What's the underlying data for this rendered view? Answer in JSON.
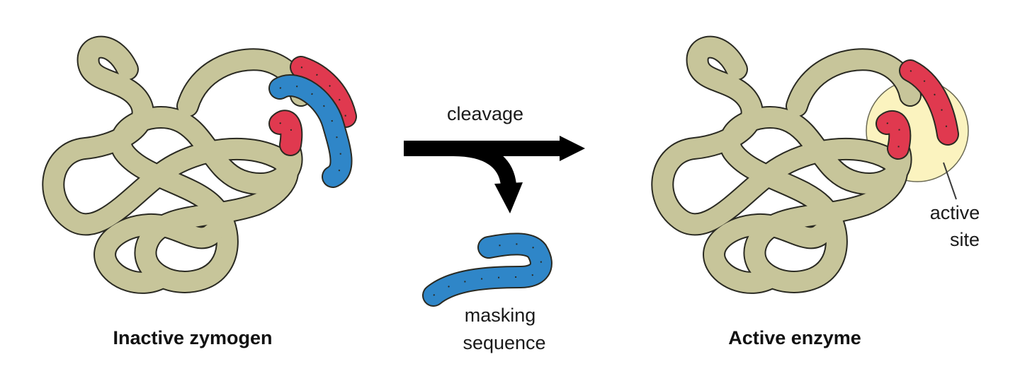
{
  "labels": {
    "left_caption": "Inactive zymogen",
    "right_caption": "Active enzyme",
    "arrow_label": "cleavage",
    "masking_line1": "masking",
    "masking_line2": "sequence",
    "active_line1": "active",
    "active_line2": "site"
  },
  "colors": {
    "chain_fill": "#c7c59a",
    "chain_outline": "#2a2a22",
    "masking_sequence": "#2f86c8",
    "catalytic_residues": "#e0394f",
    "active_site_highlight": "#fbf3bf",
    "arrow": "#000000"
  },
  "icons": {
    "protein_chain": "tangled-tube",
    "cleavage_arrow": "forked-arrow"
  }
}
